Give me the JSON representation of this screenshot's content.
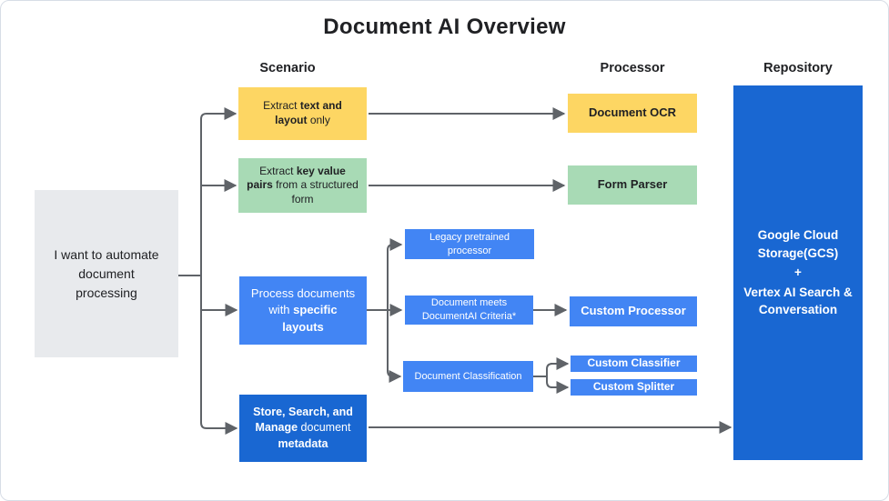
{
  "title": "Document AI Overview",
  "colors": {
    "yellow": "#FDD663",
    "green": "#A8DAB5",
    "blue": "#4285F4",
    "dark_blue": "#1967D2",
    "gray_box": "#E8EAED",
    "connector": "#5F6368",
    "text_dark": "#202124",
    "frame_border": "#D7DDE6"
  },
  "column_headers": {
    "scenario": "Scenario",
    "processor": "Processor",
    "repository": "Repository"
  },
  "start_box": {
    "text": "I want to automate document processing"
  },
  "scenarios": {
    "extract_text": {
      "pre": "Extract ",
      "bold": "text and layout",
      "post": " only"
    },
    "extract_kv": {
      "pre": "Extract ",
      "bold": "key value pairs",
      "post": " from a structured form"
    },
    "specific_layouts": {
      "pre": "Process documents with ",
      "bold": "specific layouts",
      "post": ""
    },
    "store_search": {
      "bold1": "Store, Search, and Manage",
      "mid": " document ",
      "bold2": "metadata"
    }
  },
  "intermediate": {
    "legacy": "Legacy pretrained processor",
    "doc_meets": "Document meets DocumentAI Criteria*",
    "doc_classification": "Document Classification"
  },
  "processors": {
    "document_ocr": "Document OCR",
    "form_parser": "Form Parser",
    "custom_processor": "Custom Processor",
    "custom_classifier": "Custom Classifier",
    "custom_splitter": "Custom Splitter"
  },
  "repository": {
    "line1": "Google Cloud Storage(GCS)",
    "plus": "+",
    "line2": "Vertex AI Search & Conversation"
  }
}
